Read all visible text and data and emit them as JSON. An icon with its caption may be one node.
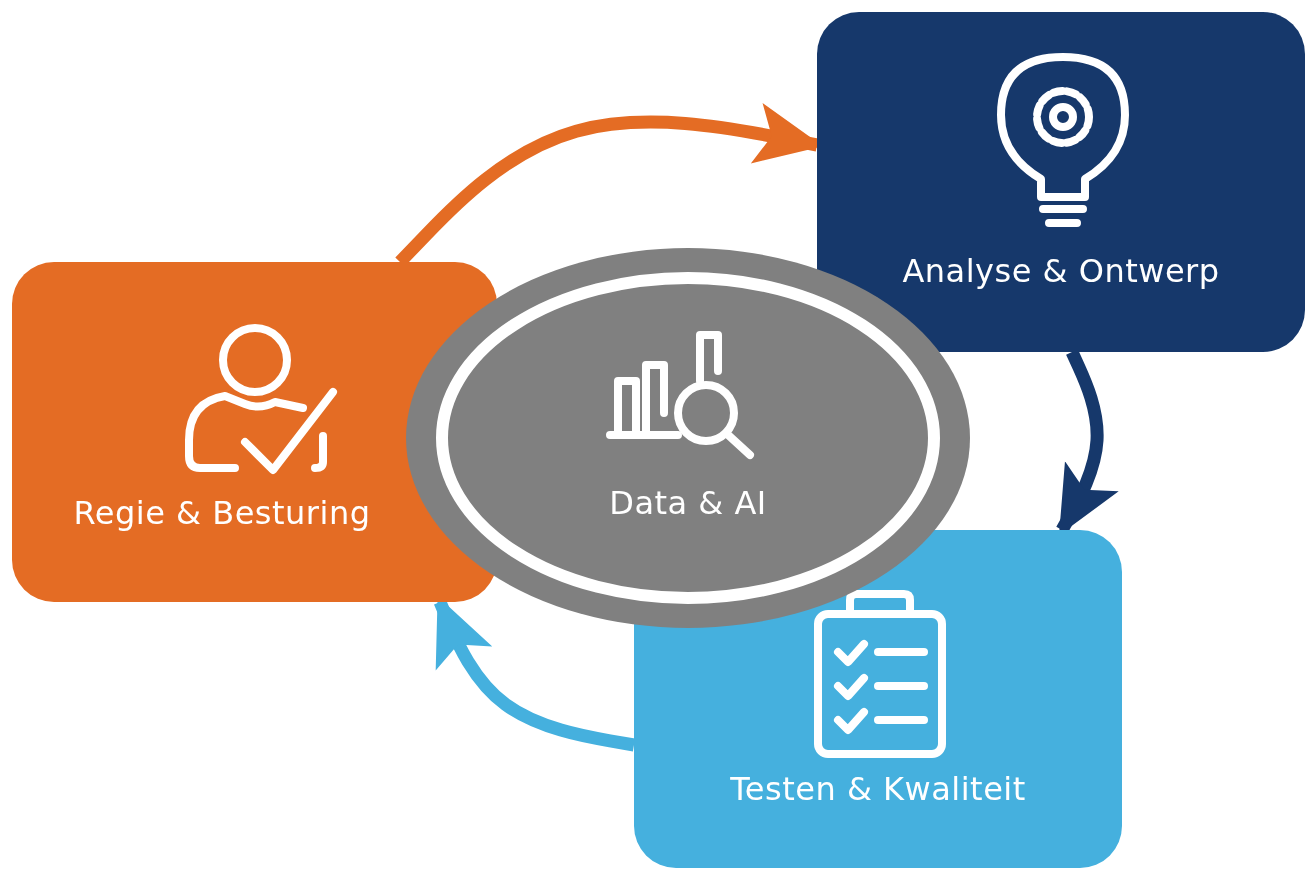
{
  "diagram": {
    "nodes": [
      {
        "text": [
          "Regie & Besturing"
        ]
      },
      {
        "text": [
          "Analyse & Ontwerp"
        ]
      },
      {
        "text": [
          "Testen & Kwaliteit"
        ]
      },
      {
        "text": [
          "Data & AI"
        ]
      }
    ],
    "edges": [
      {
        "from": 0,
        "to": 1,
        "arrow": "to",
        "color": "#e46c24"
      },
      {
        "from": 1,
        "to": 2,
        "arrow": "to",
        "color": "#16386b"
      },
      {
        "from": 2,
        "to": 0,
        "arrow": "to",
        "color": "#45b0de"
      }
    ]
  }
}
